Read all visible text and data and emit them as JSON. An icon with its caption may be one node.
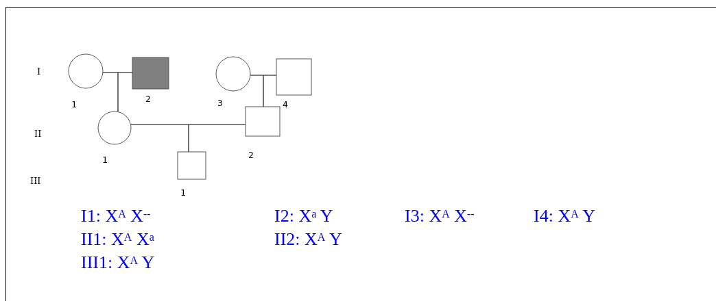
{
  "diagram": {
    "nodes": [
      {
        "text": [],
        "shape": "circle",
        "beside": [
          "1"
        ]
      },
      {
        "text": [],
        "shape": "box",
        "beside": [
          "2"
        ]
      },
      {
        "text": [],
        "shape": "circle",
        "beside": [
          "3"
        ]
      },
      {
        "text": [],
        "shape": "box",
        "beside": [
          "4"
        ]
      },
      {
        "text": [],
        "shape": "circle",
        "beside": [
          "1"
        ]
      },
      {
        "text": [],
        "shape": "box",
        "beside": [
          "2"
        ]
      },
      {
        "text": [],
        "shape": "box",
        "beside": [
          "1"
        ]
      }
    ],
    "edges": [
      {
        "from": 0,
        "to": 1,
        "arrow": "none"
      },
      {
        "from": 0,
        "to": 4,
        "arrow": "none"
      },
      {
        "from": 1,
        "to": 4,
        "arrow": "none"
      },
      {
        "from": 2,
        "to": 3,
        "arrow": "none"
      },
      {
        "from": 2,
        "to": 5,
        "arrow": "none"
      },
      {
        "from": 3,
        "to": 5,
        "arrow": "none"
      },
      {
        "from": 4,
        "to": 5,
        "arrow": "none"
      },
      {
        "from": 4,
        "to": 6,
        "arrow": "none"
      },
      {
        "from": 5,
        "to": 6,
        "arrow": "none"
      }
    ],
    "labels": [
      "I",
      "II",
      "III",
      "I1: X$^{A}$ X$^{--}$",
      "I2: X$^{a}$ Y",
      "I3: X$^{A}$ X$^{--}$",
      "I4: X$^{A}$ Y",
      "II1: X$^{A}$ X$^{a}$",
      "II2: X$^{A}$ Y",
      "III1: X$^{A}$ Y"
    ]
  }
}
